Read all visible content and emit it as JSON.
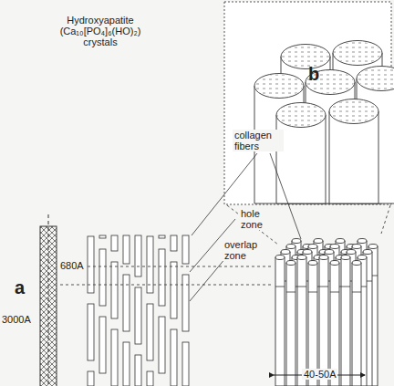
{
  "diagram": {
    "labels": [
      "Hydroxyapatite (Ca₁₀[PO₄]₆(HO)₂) crystals",
      "b",
      "collagen fibers",
      "hole zone",
      "overlap zone",
      "a",
      "680A",
      "3000A",
      "40-50A"
    ]
  }
}
